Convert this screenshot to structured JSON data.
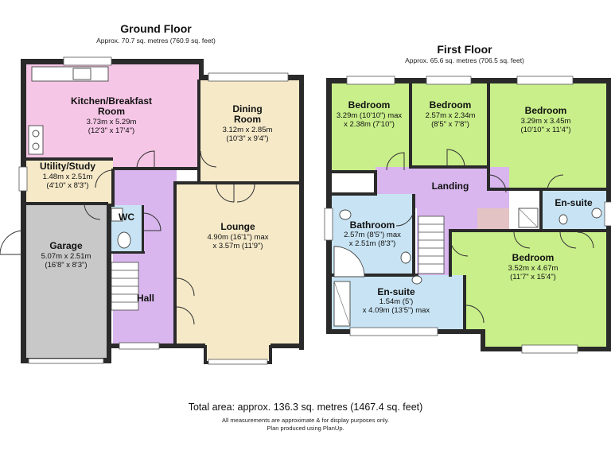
{
  "colors": {
    "kitchen": "#f6c6e6",
    "dining": "#f5e9c8",
    "lounge": "#f5e9c8",
    "utility": "#f5e9c8",
    "hall": "#d9b6ee",
    "wc": "#c8e4f4",
    "garage": "#c8c8c8",
    "bedroom": "#c9ef8a",
    "landing": "#d9b6ee",
    "bathroom": "#c8e4f4",
    "ensuite": "#c8e4f4",
    "cupboard": "#e3c3c3",
    "wall": "#2a2a2a"
  },
  "ground_floor": {
    "title": "Ground Floor",
    "area": "Approx. 70.7 sq. metres (760.9 sq. feet)",
    "rooms": {
      "kitchen": {
        "name1": "Kitchen/Breakfast",
        "name2": "Room",
        "dim1": "3.73m x 5.29m",
        "dim2": "(12'3\" x 17'4\")"
      },
      "dining": {
        "name1": "Dining",
        "name2": "Room",
        "dim1": "3.12m x 2.85m",
        "dim2": "(10'3\" x 9'4\")"
      },
      "utility": {
        "name": "Utility/Study",
        "dim1": "1.48m x 2.51m",
        "dim2": "(4'10\" x 8'3\")"
      },
      "wc": {
        "name": "WC"
      },
      "garage": {
        "name": "Garage",
        "dim1": "5.07m x 2.51m",
        "dim2": "(16'8\" x 8'3\")"
      },
      "lounge": {
        "name": "Lounge",
        "dim1": "4.90m (16'1\") max",
        "dim2": "x 3.57m (11'9\")"
      },
      "hall": {
        "name": "Hall"
      }
    }
  },
  "first_floor": {
    "title": "First Floor",
    "area": "Approx. 65.6 sq. metres (706.5 sq. feet)",
    "rooms": {
      "bedroom_a": {
        "name": "Bedroom",
        "dim1": "3.29m (10'10\") max",
        "dim2": "x 2.38m (7'10\")"
      },
      "bedroom_b": {
        "name": "Bedroom",
        "dim1": "2.57m x 2.34m",
        "dim2": "(8'5\" x 7'8\")"
      },
      "bedroom_c": {
        "name": "Bedroom",
        "dim1": "3.29m x 3.45m",
        "dim2": "(10'10\" x 11'4\")"
      },
      "landing": {
        "name": "Landing"
      },
      "ensuite_top": {
        "name": "En-suite"
      },
      "bathroom": {
        "name": "Bathroom",
        "dim1": "2.57m (8'5\") max",
        "dim2": "x 2.51m (8'3\")"
      },
      "bedroom_d": {
        "name": "Bedroom",
        "dim1": "3.52m x 4.67m",
        "dim2": "(11'7\" x 15'4\")"
      },
      "ensuite_bottom": {
        "name": "En-suite",
        "dim1": "1.54m (5')",
        "dim2": "x 4.09m (13'5\") max"
      }
    }
  },
  "footer": {
    "total": "Total area: approx. 136.3 sq. metres (1467.4 sq. feet)",
    "note1": "All measurements are approximate & for display purposes only.",
    "note2": "Plan produced using PlanUp."
  }
}
